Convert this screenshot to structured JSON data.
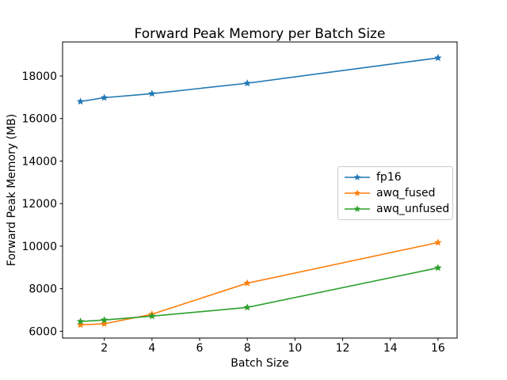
{
  "chart_data": {
    "type": "line",
    "title": "Forward Peak Memory per Batch Size",
    "xlabel": "Batch Size",
    "ylabel": "Forward Peak Memory (MB)",
    "x": [
      1,
      2,
      4,
      8,
      16
    ],
    "series": [
      {
        "name": "fp16",
        "color": "#1f77b4",
        "marker": "star",
        "values": [
          16800,
          16980,
          17170,
          17660,
          18850
        ]
      },
      {
        "name": "awq_fused",
        "color": "#ff7f0e",
        "marker": "star",
        "values": [
          6300,
          6350,
          6800,
          8260,
          10170
        ]
      },
      {
        "name": "awq_unfused",
        "color": "#2ca02c",
        "marker": "star",
        "values": [
          6460,
          6530,
          6710,
          7120,
          8980
        ]
      }
    ],
    "x_ticks": [
      2,
      4,
      6,
      8,
      10,
      12,
      14,
      16
    ],
    "y_ticks": [
      6000,
      8000,
      10000,
      12000,
      14000,
      16000,
      18000
    ],
    "xlim": [
      0.25,
      16.8
    ],
    "ylim": [
      5680,
      19600
    ],
    "grid": false,
    "legend": {
      "position": "center right",
      "entries": [
        "fp16",
        "awq_fused",
        "awq_unfused"
      ]
    },
    "spine_color": "#000000",
    "background_color": "#ffffff"
  }
}
